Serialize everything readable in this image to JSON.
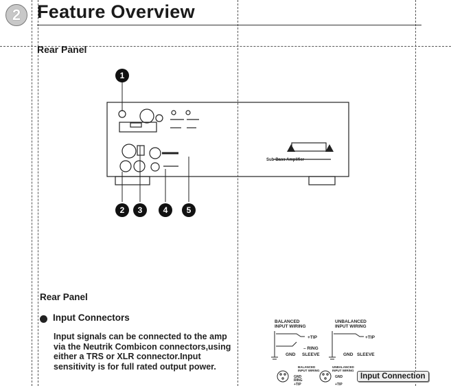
{
  "header": {
    "section_number": "2",
    "title": "Feature Overview"
  },
  "rear_panel_heading": "Rear Panel",
  "callouts": [
    "1",
    "2",
    "3",
    "4",
    "5"
  ],
  "panel_text": {
    "amplifier_label": "Sub-Bass Amplifier"
  },
  "description": {
    "heading": "Rear Panel",
    "item_title": "Input Connectors",
    "item_text": "Input signals can be connected to the amp via the Neutrik Combicon connectors,using either a TRS or XLR connector.Input sensitivity is for full rated output power."
  },
  "wiring": {
    "balanced_label_1": "BALANCED",
    "balanced_label_2": "INPUT WIRING",
    "unbalanced_label_1": "UNBALANCED",
    "unbalanced_label_2": "INPUT WIRING",
    "tip": "+TIP",
    "ring": "– RING",
    "gnd": "GND",
    "sleeve": "SLEEVE",
    "tip2": "+TIP",
    "gnd2": "GND",
    "sleeve2": "SLEEVE",
    "xlr_small_gnd": "GND",
    "xlr_small_ring": "RING",
    "xlr_small_tip": "+TIP",
    "button_label": "Input Connection"
  },
  "colors": {
    "ink": "#1a1a1a",
    "badge_fill": "#c8c8c8",
    "guide_line": "#555555"
  },
  "icons": [
    "section-number-badge",
    "bullet-icon",
    "warning-triangle-icon",
    "ground-icon"
  ]
}
